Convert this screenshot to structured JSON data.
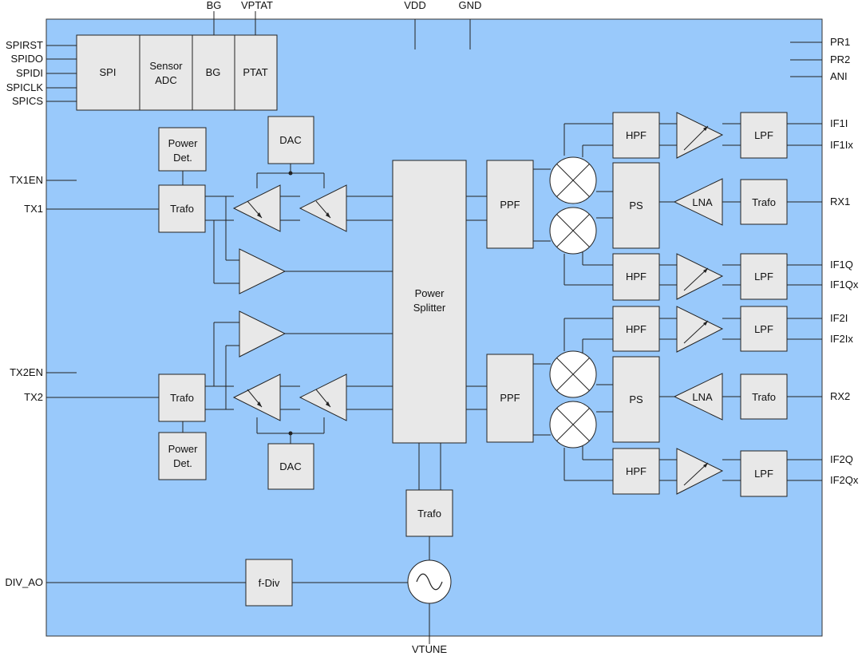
{
  "colors": {
    "die_fill": "#99c9fb",
    "block_fill": "#e8e8e8",
    "line": "#222222"
  },
  "pins": {
    "top": {
      "bg": "BG",
      "vptat": "VPTAT",
      "vdd": "VDD",
      "gnd": "GND"
    },
    "bottom": {
      "vtune": "VTUNE"
    },
    "left": {
      "spirst": "SPIRST",
      "spido": "SPIDO",
      "spidi": "SPIDI",
      "spiclk": "SPICLK",
      "spics": "SPICS",
      "tx1en": "TX1EN",
      "tx1": "TX1",
      "tx2en": "TX2EN",
      "tx2": "TX2",
      "div_ao": "DIV_AO"
    },
    "right": {
      "pr1": "PR1",
      "pr2": "PR2",
      "ani": "ANI",
      "if1i": "IF1I",
      "if1ix": "IF1Ix",
      "rx1": "RX1",
      "if1q": "IF1Q",
      "if1qx": "IF1Qx",
      "if2i": "IF2I",
      "if2ix": "IF2Ix",
      "rx2": "RX2",
      "if2q": "IF2Q",
      "if2qx": "IF2Qx"
    }
  },
  "blocks": {
    "spi": "SPI",
    "sensor_adc_1": "Sensor",
    "sensor_adc_2": "ADC",
    "bg": "BG",
    "ptat": "PTAT",
    "power_det_1": "Power",
    "power_det_2": "Det.",
    "dac": "DAC",
    "trafo": "Trafo",
    "power_splitter_1": "Power",
    "power_splitter_2": "Splitter",
    "ppf": "PPF",
    "ps": "PS",
    "hpf": "HPF",
    "lpf": "LPF",
    "lna": "LNA",
    "fdiv": "f-Div"
  }
}
